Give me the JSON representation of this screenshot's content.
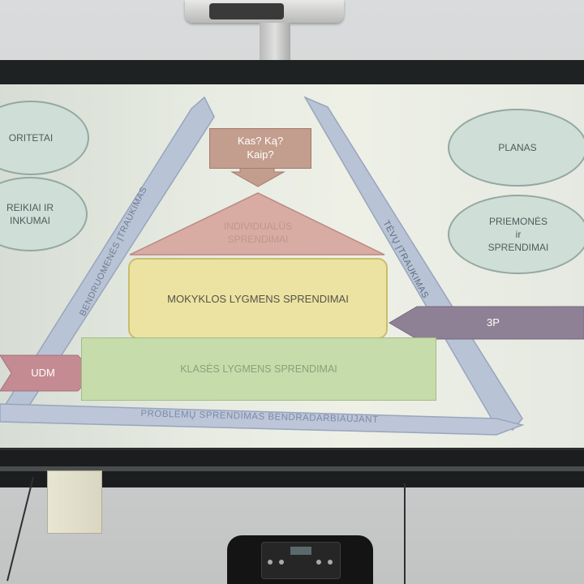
{
  "slide": {
    "ellipses": {
      "prioritetai": "ORITETAI",
      "poreikiai_line1": "REIKIAI IR",
      "poreikiai_line2": "INKUMAI",
      "planas": "PLANAS",
      "priemones_line1": "PRIEMONĖS",
      "priemones_line2": "ir",
      "priemones_line3": "SPRENDIMAI"
    },
    "question_box": {
      "line1": "Kas? Ką?",
      "line2": "Kaip?"
    },
    "roof": {
      "line1": "INDIVIDUALŪS",
      "line2": "SPRENDIMAI"
    },
    "school_level": "MOKYKLOS LYGMENS SPRENDIMAI",
    "class_level": "KLASĖS LYGMENS SPRENDIMAI",
    "arrows": {
      "udm": "UDM",
      "three_p": "3P"
    },
    "side_labels": {
      "left": "BENDRUOMENĖS ĮTRAUKIMAS",
      "right": "TĖVŲ ĮTRAUKIMAS",
      "bottom": "PROBLEMŲ SPRENDIMAS BENDRADARBIAUJANT"
    },
    "colors": {
      "ellipse_fill": "#cfded7",
      "question_box": "#c39d8e",
      "roof": "#d8aca3",
      "school_level": "#ece3a2",
      "class_level": "#c6dcab",
      "arrow_fill": "#b9c3d6",
      "three_p_arrow": "#8e8095",
      "udm_arrow": "#c48b92"
    }
  }
}
